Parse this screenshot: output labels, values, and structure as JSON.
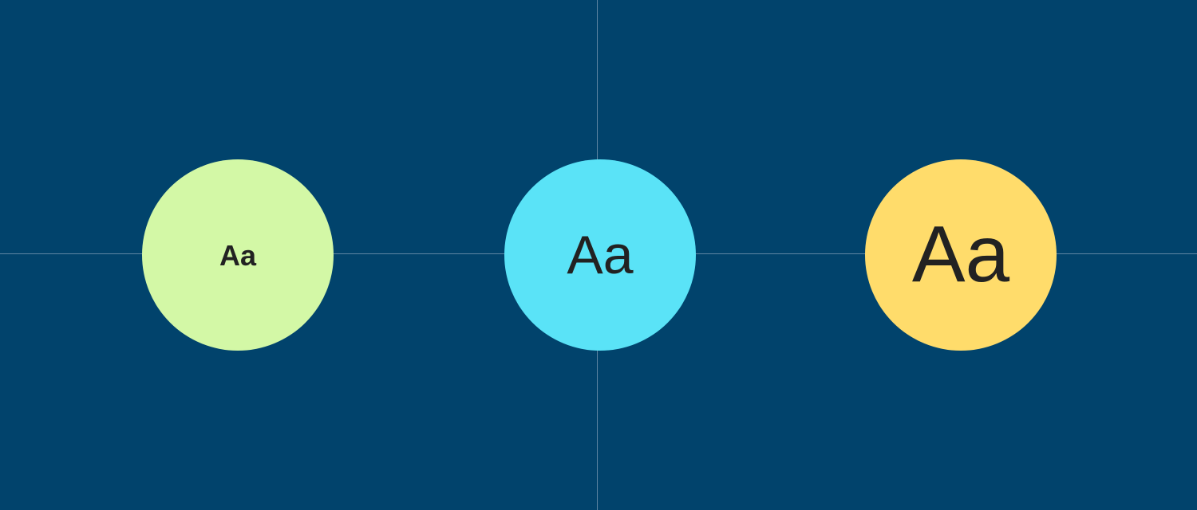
{
  "colors": {
    "background": "#01436c",
    "guide_line": "#5f86a3",
    "text": "#222222"
  },
  "samples": [
    {
      "text": "Aa",
      "fill": "#d3f8a6",
      "weight": "bold"
    },
    {
      "text": "Aa",
      "fill": "#5ae3f7",
      "weight": "regular"
    },
    {
      "text": "Aa",
      "fill": "#ffdc6b",
      "weight": "light"
    }
  ]
}
